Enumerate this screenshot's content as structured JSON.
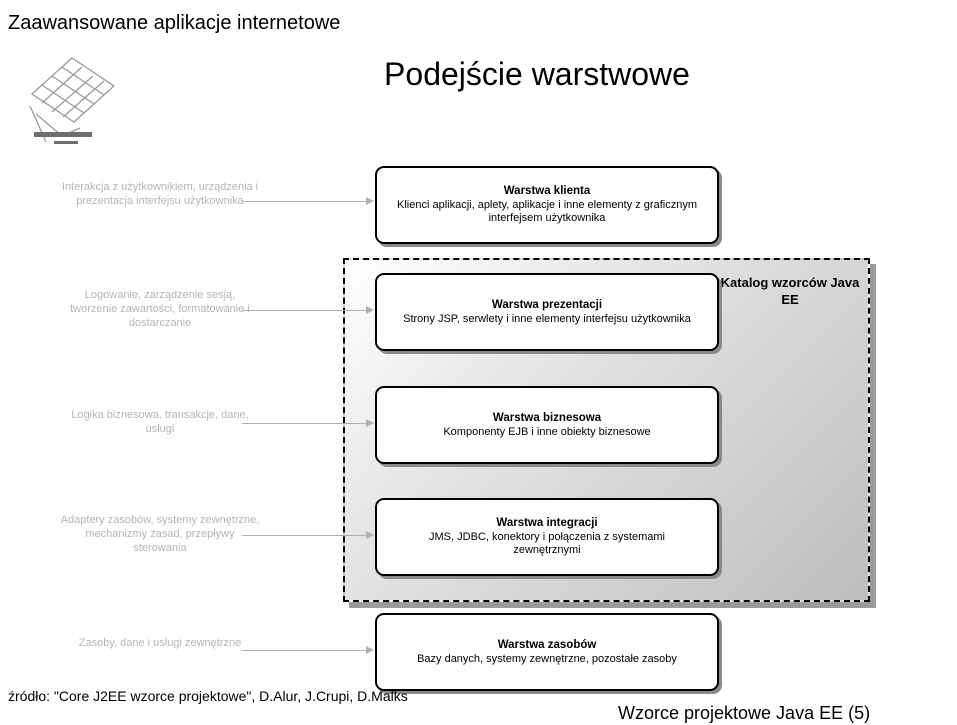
{
  "header": {
    "title": "Zaawansowane aplikacje internetowe"
  },
  "page": {
    "title": "Podejście warstwowe"
  },
  "catalog": {
    "label": "Katalog wzorców Java EE"
  },
  "layers": [
    {
      "name": "Warstwa klienta",
      "desc": "Klienci aplikacji, aplety, aplikacje i inne elementy z graficznym interfejsem użytkownika",
      "note": "Interakcja z użytkownikiem, urządzenia i prezentacja interfejsu użytkownika"
    },
    {
      "name": "Warstwa prezentacji",
      "desc": "Strony JSP, serwlety i inne elementy interfejsu użytkownika",
      "note": "Logowanie, zarządzenie sesją, tworzenie zawartości, formatowanie i dostarczanie"
    },
    {
      "name": "Warstwa biznesowa",
      "desc": "Komponenty EJB i inne obiekty biznesowe",
      "note": "Logika biznesowa, transakcje, dane, usługi"
    },
    {
      "name": "Warstwa integracji",
      "desc": "JMS, JDBC, konektory i połączenia z systemami zewnętrznymi",
      "note": "Adaptery zasobów, systemy zewnętrzne, mechanizmy zasad, przepływy sterowania"
    },
    {
      "name": "Warstwa zasobów",
      "desc": "Bazy danych, systemy zewnętrzne, pozostałe zasoby",
      "note": "Zasoby, dane i usługi zewnętrzne"
    }
  ],
  "footer": {
    "source": "źródło: \"Core J2EE wzorce projektowe\", D.Alur, J.Crupi, D.Malks",
    "course": "Wzorce projektowe Java EE  (5)"
  },
  "colors": {
    "note_text": "#b4b4b4",
    "box_border": "#000000"
  },
  "icons": {
    "logo": "grid-logo-icon"
  }
}
